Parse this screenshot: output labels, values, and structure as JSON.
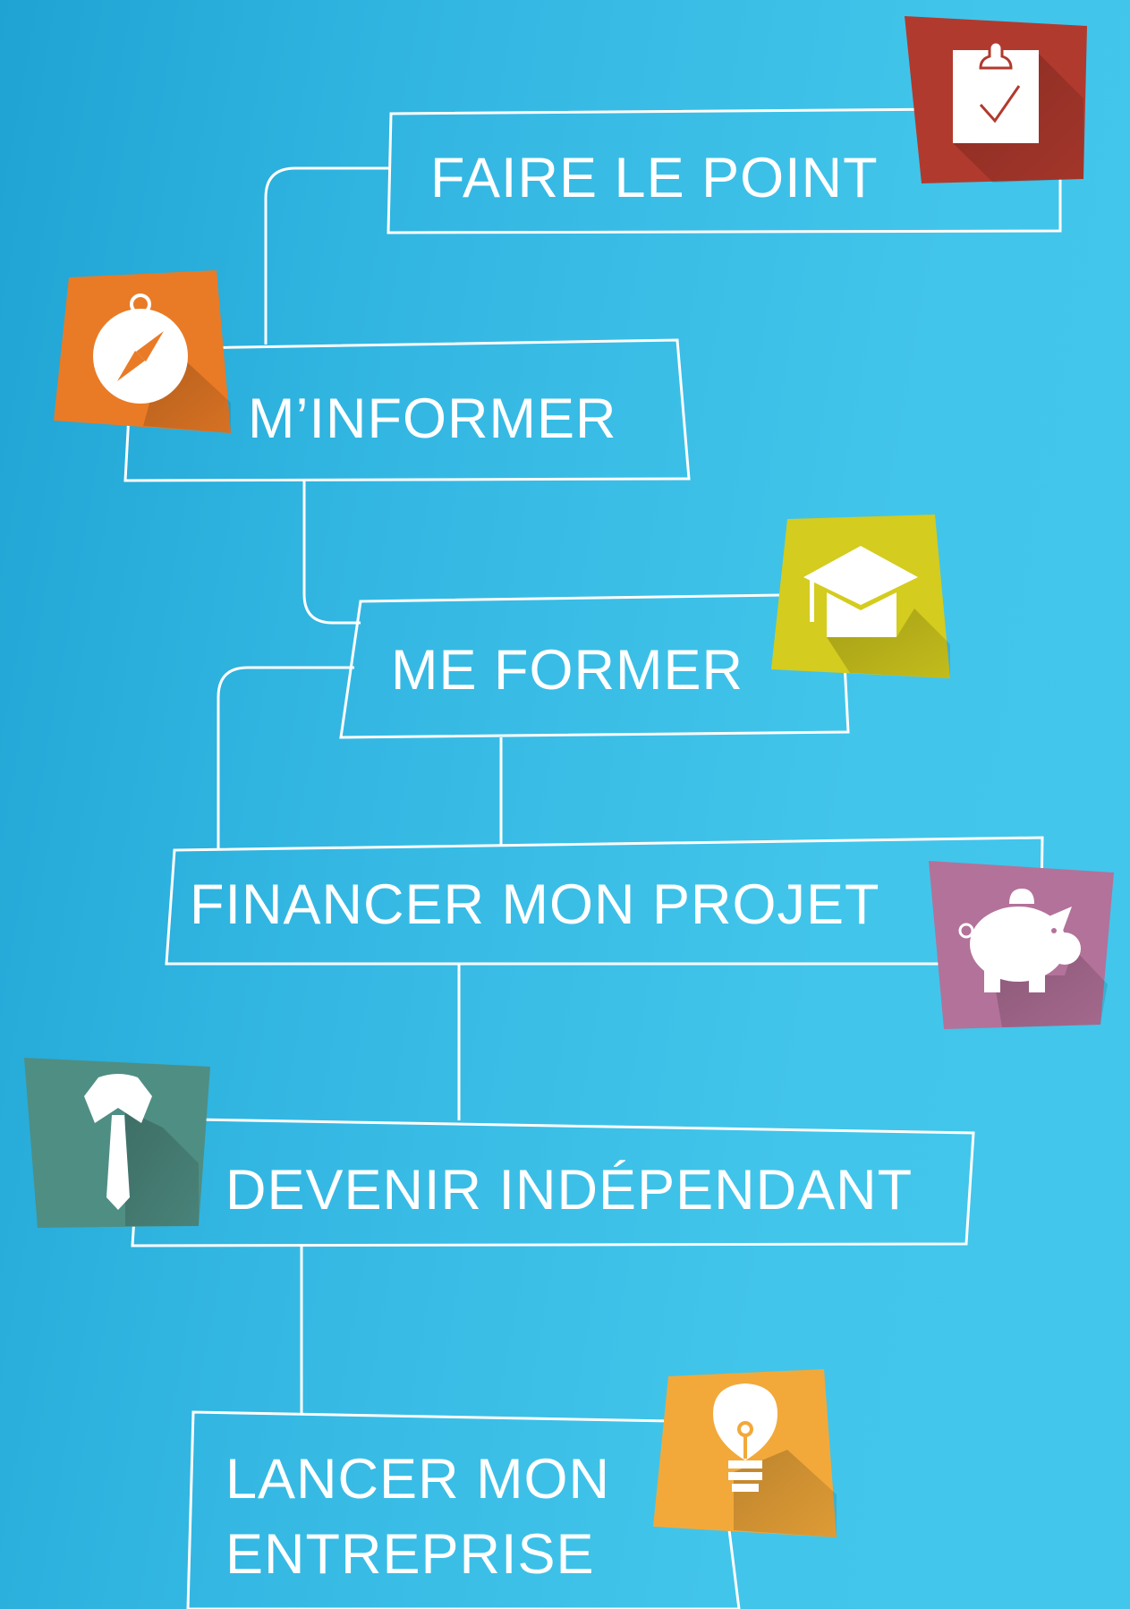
{
  "steps": [
    {
      "id": "faire-le-point",
      "label": "FAIRE LE POINT",
      "icon": "clipboard-check-icon",
      "color": "#b13a2e"
    },
    {
      "id": "m-informer",
      "label": "M’INFORMER",
      "icon": "compass-icon",
      "color": "#e97b26"
    },
    {
      "id": "me-former",
      "label": "ME FORMER",
      "icon": "graduation-cap-icon",
      "color": "#d4cc1e"
    },
    {
      "id": "financer-mon-projet",
      "label": "FINANCER MON PROJET",
      "icon": "piggy-bank-icon",
      "color": "#b3729a"
    },
    {
      "id": "devenir-independant",
      "label": "DEVENIR INDÉPENDANT",
      "icon": "tie-icon",
      "color": "#4f8e83"
    },
    {
      "id": "lancer-mon-entreprise",
      "label_line1": "LANCER MON",
      "label_line2": "ENTREPRISE",
      "icon": "lightbulb-icon",
      "color": "#f2a93a"
    }
  ]
}
